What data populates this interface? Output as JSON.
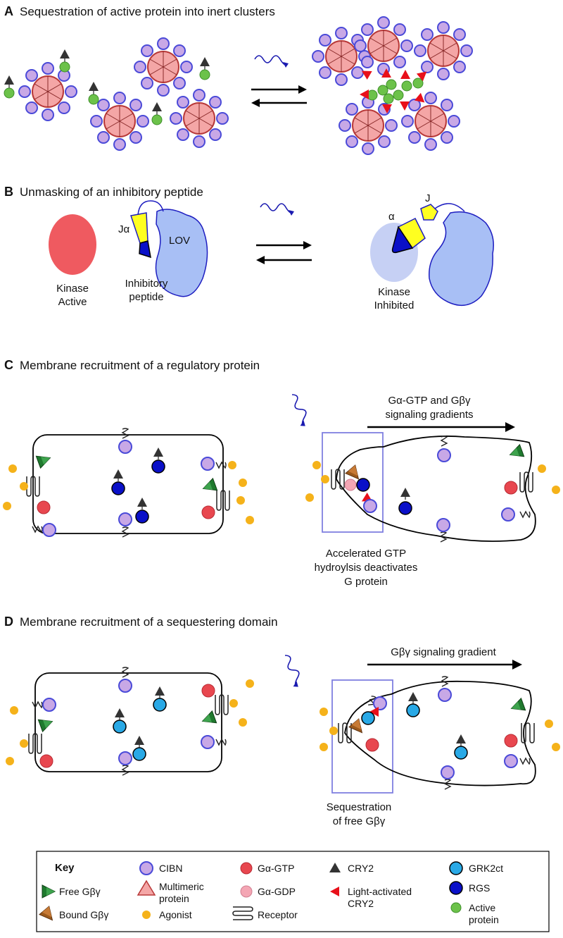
{
  "panels": {
    "a": {
      "letter": "A",
      "title": "Sequestration of active protein into inert clusters"
    },
    "b": {
      "letter": "B",
      "title": "Unmasking of an inhibitory peptide",
      "kinase_active_l1": "Kinase",
      "kinase_active_l2": "Active",
      "ja_label": "Jα",
      "lov_label": "LOV",
      "inhib_l1": "Inhibitory",
      "inhib_l2": "peptide",
      "alpha_label": "α",
      "j_label": "J",
      "kinase_inhib_l1": "Kinase",
      "kinase_inhib_l2": "Inhibited"
    },
    "c": {
      "letter": "C",
      "title": "Membrane recruitment of a regulatory protein",
      "gradient_l1": "Gα-GTP and Gβγ",
      "gradient_l2": "signaling gradients",
      "note_l1": "Accelerated GTP",
      "note_l2": "hydroylsis deactivates",
      "note_l3": "G protein"
    },
    "d": {
      "letter": "D",
      "title": "Membrane recruitment of a sequestering domain",
      "gradient": "Gβγ signaling gradient",
      "note_l1": "Sequestration",
      "note_l2": "of free Gβγ"
    }
  },
  "key": {
    "title": "Key",
    "items": {
      "free_gbg": "Free Gβγ",
      "bound_gbg": "Bound Gβγ",
      "cibn": "CIBN",
      "multimeric_l1": "Multimeric",
      "multimeric_l2": "protein",
      "agonist": "Agonist",
      "ga_gtp": "Gα-GTP",
      "ga_gdp": "Gα-GDP",
      "receptor": "Receptor",
      "cry2": "CRY2",
      "light_cry2_l1": "Light-activated",
      "light_cry2_l2": "CRY2",
      "grk2ct": "GRK2ct",
      "rgs": "RGS",
      "active_l1": "Active",
      "active_l2": "protein"
    }
  },
  "colors": {
    "cibn": "#c8a8e6",
    "cibn_border": "#4a4ad8",
    "ga_gtp": "#e8474f",
    "ga_gdp": "#f4a6b4",
    "rgs": "#0a10c8",
    "grk2ct": "#29a9e6",
    "agonist": "#f5b21a",
    "active_protein": "#6cc24a",
    "cry2": "#333333",
    "light_cry2": "#e8101a",
    "free_gbg": "#1f7a2e",
    "bound_gbg": "#9c5a1c",
    "multimeric": "#f4a6a6",
    "kinase_active": "#ef5a60",
    "lov": "#a8bff5",
    "ja_helix": "#ffff20",
    "inhibitory_peptide": "#0a10c8"
  }
}
